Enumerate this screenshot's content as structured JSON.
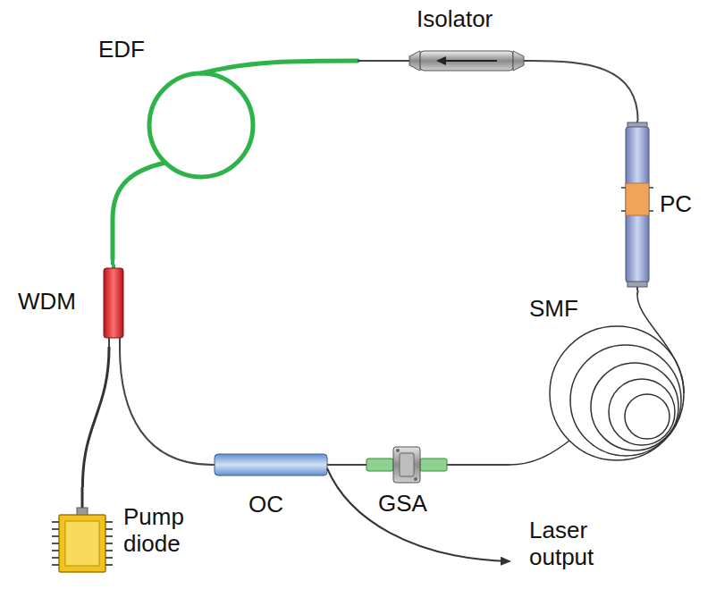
{
  "diagram": {
    "nodes": [
      {
        "text": [
          "EDF"
        ]
      },
      {
        "text": [
          "Isolator"
        ]
      },
      {
        "text": [
          "PC"
        ]
      },
      {
        "text": [
          "SMF"
        ]
      },
      {
        "text": [
          "GSA"
        ]
      },
      {
        "text": [
          "OC"
        ]
      },
      {
        "text": [
          "WDM"
        ]
      },
      {
        "text": [
          "Pump diode"
        ]
      }
    ],
    "edges": [
      {
        "from": 6,
        "to": 0,
        "arrow": "none"
      },
      {
        "from": 0,
        "to": 1,
        "arrow": "none"
      },
      {
        "from": 1,
        "to": 2,
        "arrow": "none"
      },
      {
        "from": 2,
        "to": 3,
        "arrow": "none"
      },
      {
        "from": 3,
        "to": 4,
        "arrow": "none"
      },
      {
        "from": 4,
        "to": 5,
        "arrow": "none"
      },
      {
        "from": 5,
        "to": 6,
        "arrow": "none"
      },
      {
        "from": 7,
        "to": 6,
        "arrow": "none"
      }
    ],
    "labels": [
      "Laser output"
    ]
  }
}
